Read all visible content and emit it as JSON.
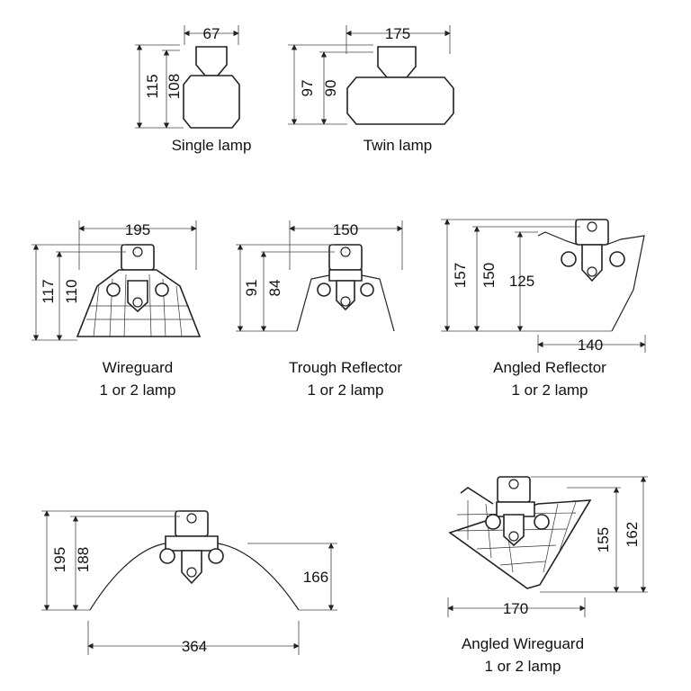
{
  "single": {
    "w": "67",
    "h1": "115",
    "h2": "108",
    "caption": "Single lamp"
  },
  "twin": {
    "w": "175",
    "h1": "97",
    "h2": "90",
    "caption": "Twin lamp"
  },
  "wireguard": {
    "w": "195",
    "h1": "117",
    "h2": "110",
    "caption1": "Wireguard",
    "caption2": "1 or 2 lamp"
  },
  "trough": {
    "w": "150",
    "h1": "91",
    "h2": "84",
    "caption1": "Trough Reflector",
    "caption2": "1 or 2 lamp"
  },
  "angled": {
    "h1": "157",
    "h2": "150",
    "h3": "125",
    "w": "140",
    "caption1": "Angled Reflector",
    "caption2": "1 or 2 lamp"
  },
  "wide": {
    "h1": "195",
    "h2": "188",
    "h3": "166",
    "w": "364"
  },
  "angledwg": {
    "h1": "155",
    "h2": "162",
    "w": "170",
    "caption1": "Angled Wireguard",
    "caption2": "1 or 2 lamp"
  }
}
